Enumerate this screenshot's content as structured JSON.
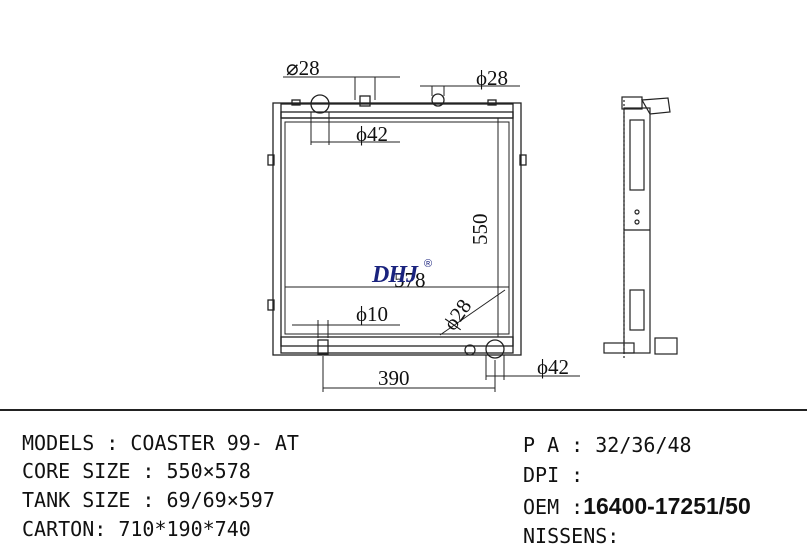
{
  "drawing": {
    "dims": {
      "inlet_diameter": "⌀28",
      "filler_diameter": "ϕ28",
      "upper_pipe": "ϕ42",
      "core_height": "550",
      "core_width": "578",
      "drain_pipe": "ϕ10",
      "outlet_angle": "ϕ28",
      "lower_pipe": "ϕ42",
      "pipe_spacing": "390"
    },
    "logo": "DHJ",
    "logo_mark": "®"
  },
  "specs": {
    "models": "MODELS : COASTER 99- AT",
    "core_size": "CORE SIZE : 550×578",
    "tank_size": "TANK SIZE : 69/69×597",
    "carton": "CARTON: 710*190*740",
    "pa": "P A : 32/36/48",
    "dpi": "DPI :",
    "oem_label": "OEM :",
    "oem_value": "16400-17251/50",
    "nissens": "NISSENS:"
  }
}
